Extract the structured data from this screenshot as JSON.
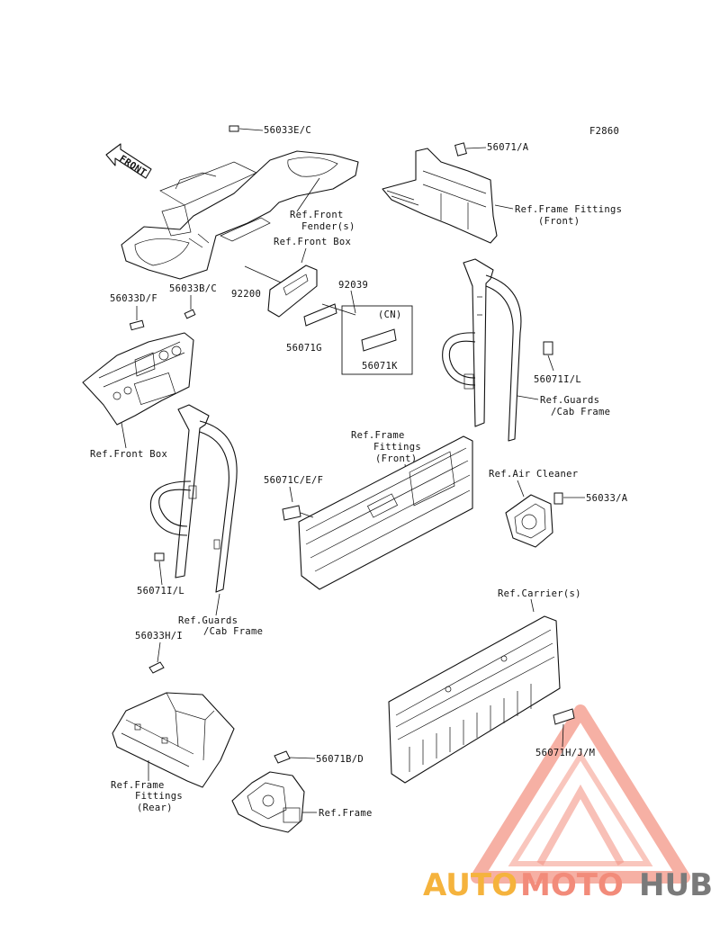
{
  "figure_code": "F2860",
  "front_arrow": "FRONT",
  "labels": {
    "l_56033ec": "56033E/C",
    "l_front_fender_1": "Ref.Front",
    "l_front_fender_2": "Fender(s)",
    "l_56071a": "56071/A",
    "l_frame_fit_front_1": "Ref.Frame Fittings",
    "l_frame_fit_front_2": "(Front)",
    "l_front_box_top": "Ref.Front Box",
    "l_92200": "92200",
    "l_92039": "92039",
    "l_cn": "(CN)",
    "l_56071g": "56071G",
    "l_56071k": "56071K",
    "l_56033df": "56033D/F",
    "l_56033bc": "56033B/C",
    "l_front_box_left": "Ref.Front Box",
    "l_56071il_right": "56071I/L",
    "l_guards_right_1": "Ref.Guards",
    "l_guards_right_2": "/Cab Frame",
    "l_frame_fit_mid_1": "Ref.Frame",
    "l_frame_fit_mid_2": "Fittings",
    "l_frame_fit_mid_3": "(Front)",
    "l_air_cleaner": "Ref.Air Cleaner",
    "l_56033a": "56033/A",
    "l_56071cef": "56071C/E/F",
    "l_56071il_left": "56071I/L",
    "l_guards_left_1": "Ref.Guards",
    "l_guards_left_2": "/Cab Frame",
    "l_carriers": "Ref.Carrier(s)",
    "l_56033hi": "56033H/I",
    "l_56071hjm": "56071H/J/M",
    "l_frame_fit_rear_1": "Ref.Frame",
    "l_frame_fit_rear_2": "Fittings",
    "l_frame_fit_rear_3": "(Rear)",
    "l_56071bd": "56071B/D",
    "l_ref_frame": "Ref.Frame"
  },
  "watermark": {
    "part1": "AUTO",
    "part2": "MOTO",
    "part3": "HUB",
    "color_primary": "#f28b7a",
    "color_accent": "#f5b33d",
    "color_dark": "#7a7a7a"
  }
}
